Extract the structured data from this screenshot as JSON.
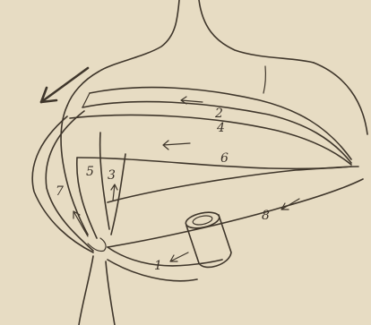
{
  "colors": {
    "paper": "#e7dcc3",
    "ink": "#3f362b"
  },
  "labels": {
    "l1": "1",
    "l2": "2",
    "l3": "3",
    "l4": "4",
    "l5": "5",
    "l6": "6",
    "l7": "7",
    "l8": "8"
  },
  "icons": {
    "direction_arrow": "arrow-down-left-icon",
    "turn_arrow": "arrow-left-icon",
    "up_arrow": "arrow-up-icon",
    "roller": "bandage-roll-icon"
  }
}
